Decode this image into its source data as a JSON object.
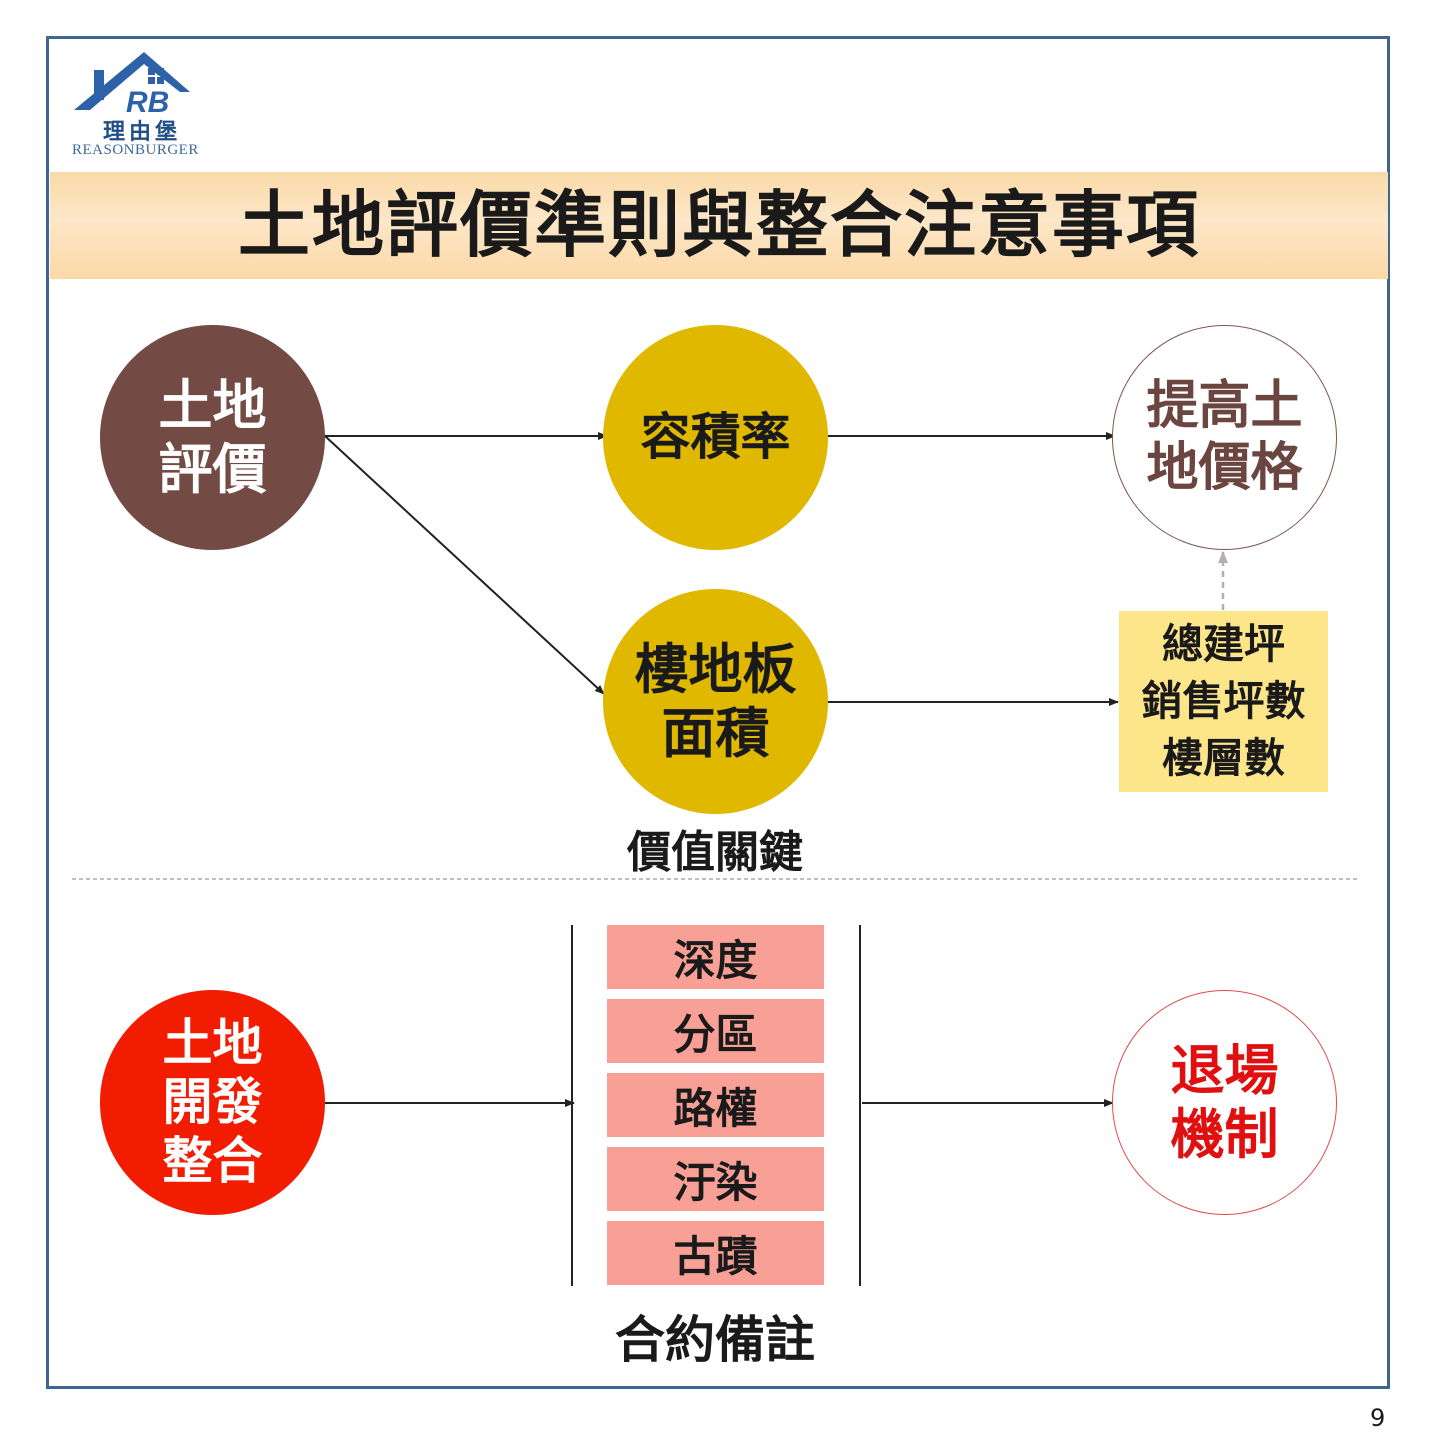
{
  "logo": {
    "cn": "理由堡",
    "en": "REASONBURGER",
    "mark": "RB"
  },
  "title": "土地評價準則與整合注意事項",
  "top": {
    "land_valuation": "土地\n評價",
    "far": "容積率",
    "floor_area": "樓地板\n面積",
    "raise_price": "提高土\n地價格",
    "metrics": [
      "總建坪",
      "銷售坪數",
      "樓層數"
    ],
    "caption": "價值關鍵"
  },
  "bottom": {
    "development": "土地\n開發\n整合",
    "items": [
      "深度",
      "分區",
      "路權",
      "汙染",
      "古蹟"
    ],
    "caption": "合約備註",
    "exit": "退場\n機制"
  },
  "page_number": "9",
  "colors": {
    "frame": "#3f6690",
    "land_circle": "#734a44",
    "gold_circle": "#e0b800",
    "dev_circle": "#f21c00",
    "metric_box": "#fde58a",
    "item_box": "#f8a096"
  }
}
